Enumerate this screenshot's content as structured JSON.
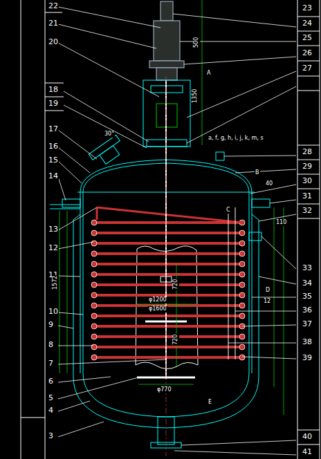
{
  "diagram": {
    "labels": [
      "22",
      "21",
      "20",
      "18",
      "19",
      "17",
      "16",
      "15",
      "14",
      "13",
      "12",
      "11",
      "10",
      "9",
      "8",
      "7",
      "6",
      "5",
      "4",
      "3",
      "23",
      "24",
      "25",
      "26",
      "27",
      "28",
      "29",
      "30",
      "31",
      "32",
      "33",
      "34",
      "35",
      "36",
      "37",
      "38",
      "39",
      "40",
      "41",
      "500",
      "1350",
      "30°",
      "φ1200",
      "φ1600",
      "φ770",
      "720",
      "720",
      "1572",
      "12",
      "40",
      "110",
      "A",
      "B",
      "C",
      "D",
      "E",
      "a, f, g, h, i, j, k, m, s"
    ]
  }
}
